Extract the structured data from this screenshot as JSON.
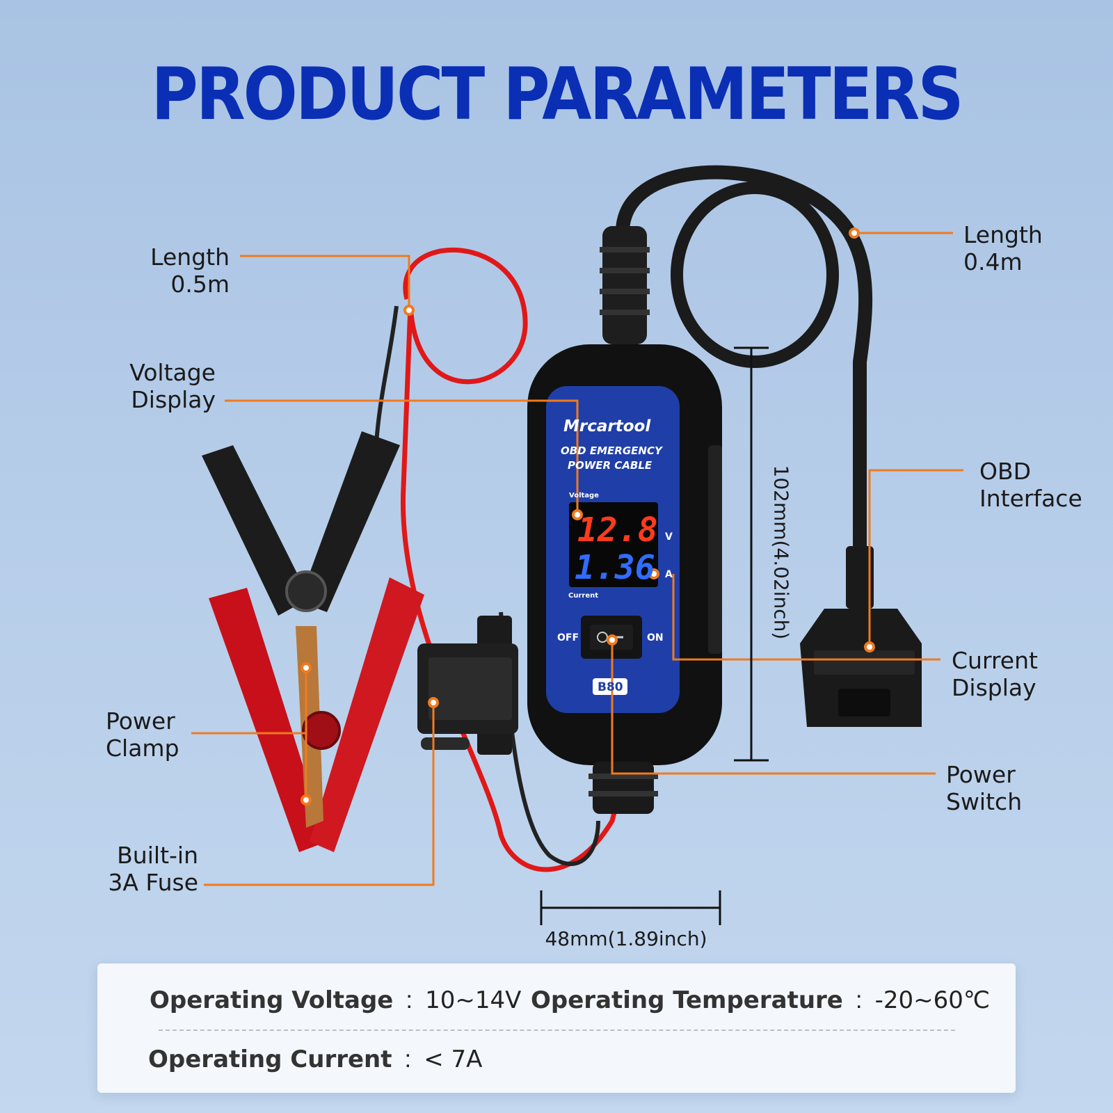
{
  "title": "PRODUCT PARAMETERS",
  "callouts": {
    "red_cable_length": [
      "Length",
      "0.5m"
    ],
    "voltage_display": [
      "Voltage",
      "Display"
    ],
    "power_clamp": [
      "Power",
      "Clamp"
    ],
    "fuse": [
      "Built-in",
      "3A Fuse"
    ],
    "obd_cable_length": [
      "Length",
      "0.4m"
    ],
    "obd_interface": [
      "OBD",
      "Interface"
    ],
    "current_display": [
      "Current",
      "Display"
    ],
    "power_switch": [
      "Power",
      "Switch"
    ]
  },
  "dimensions": {
    "height": "102mm(4.02inch)",
    "width": "48mm(1.89inch)"
  },
  "device": {
    "brand": "Mrcartool",
    "product_line1": "OBD EMERGENCY",
    "product_line2": "POWER CABLE",
    "voltage_label": "Voltage",
    "voltage_value": "12.8",
    "voltage_unit": "V",
    "current_label": "Current",
    "current_value": "1.36",
    "current_unit": "A",
    "switch_off": "OFF",
    "switch_on": "ON",
    "model": "B80"
  },
  "specs": {
    "voltage": {
      "label": "Operating Voltage",
      "value": "10~14V"
    },
    "temperature": {
      "label": "Operating Temperature",
      "value": "-20~60℃"
    },
    "current": {
      "label": "Operating Current",
      "value": "< 7A"
    }
  },
  "colors": {
    "title": "#0a2fb5",
    "leader": "#f07a1e",
    "panel": "#1f3ea8",
    "voltage_digits": "#ff3b1c",
    "current_digits": "#2f6dff"
  }
}
